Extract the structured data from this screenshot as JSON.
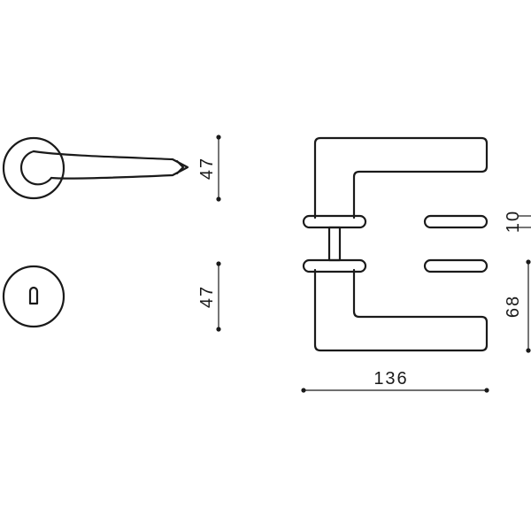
{
  "dimensions": {
    "lever_rose_height": "47",
    "escutcheon_height": "47",
    "rose_thickness": "10",
    "handle_projection": "68",
    "handle_length": "136"
  }
}
